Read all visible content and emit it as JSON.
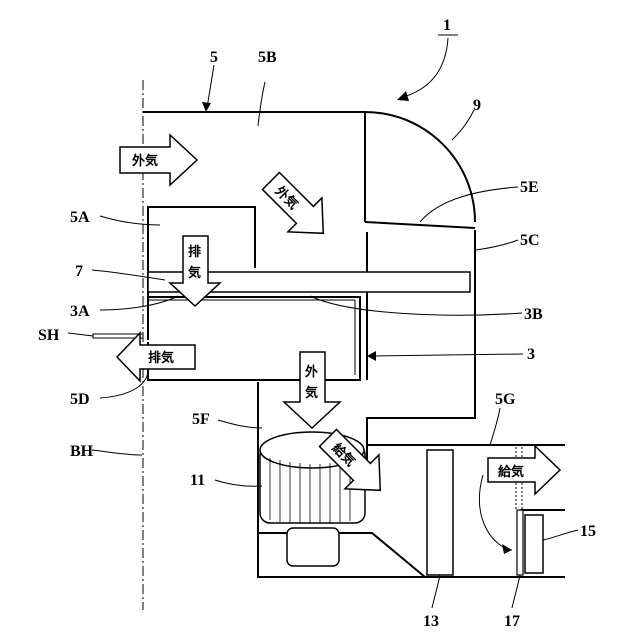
{
  "labels": {
    "n1": "1",
    "n5": "5",
    "n5b": "5B",
    "n9": "9",
    "n5e": "5E",
    "n5a": "5A",
    "n5c": "5C",
    "n7": "7",
    "n3a": "3A",
    "n3b": "3B",
    "sh": "SH",
    "n3": "3",
    "n5d": "5D",
    "n5g": "5G",
    "n5f": "5F",
    "bh": "BH",
    "n11": "11",
    "n15": "15",
    "n13": "13",
    "n17": "17"
  },
  "arrows": {
    "outside_air_in": "外気",
    "outside_air_diag": "外気",
    "exhaust_down": "排気",
    "exhaust_out": "排気",
    "outside_air_down": "外気",
    "supply_diag": "給気",
    "supply_out": "給気"
  }
}
